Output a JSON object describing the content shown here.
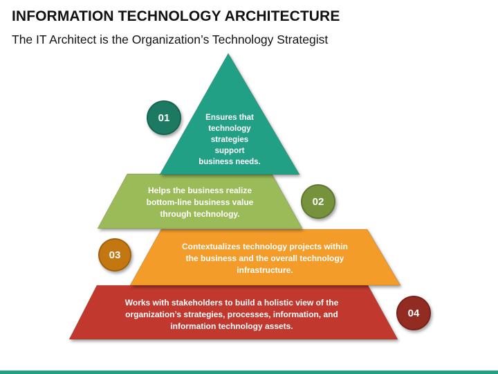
{
  "header": {
    "title": "INFORMATION TECHNOLOGY ARCHITECTURE",
    "subtitle": "The IT Architect is the Organization’s Technology Strategist"
  },
  "pyramid": {
    "levels": [
      {
        "number": "01",
        "text_lines": [
          "Ensures that",
          "technology",
          "strategies",
          "support",
          "business needs."
        ],
        "fill_color": "#22A085",
        "circle_color": "#1C7A62"
      },
      {
        "number": "02",
        "text_lines": [
          "Helps the business realize",
          "bottom-line business value",
          "through technology."
        ],
        "fill_color": "#9BBB59",
        "circle_color": "#76923C"
      },
      {
        "number": "03",
        "text_lines": [
          "Contextualizes technology projects within",
          "the business and the overall technology",
          "infrastructure."
        ],
        "fill_color": "#F39C2B",
        "circle_color": "#C47711"
      },
      {
        "number": "04",
        "text_lines": [
          "Works with stakeholders to build a holistic view of the",
          "organization’s strategies, processes, information, and",
          "information technology assets."
        ],
        "fill_color": "#C0392F",
        "circle_color": "#922B22"
      }
    ]
  },
  "footer": {
    "bar_color": "#22A085"
  }
}
